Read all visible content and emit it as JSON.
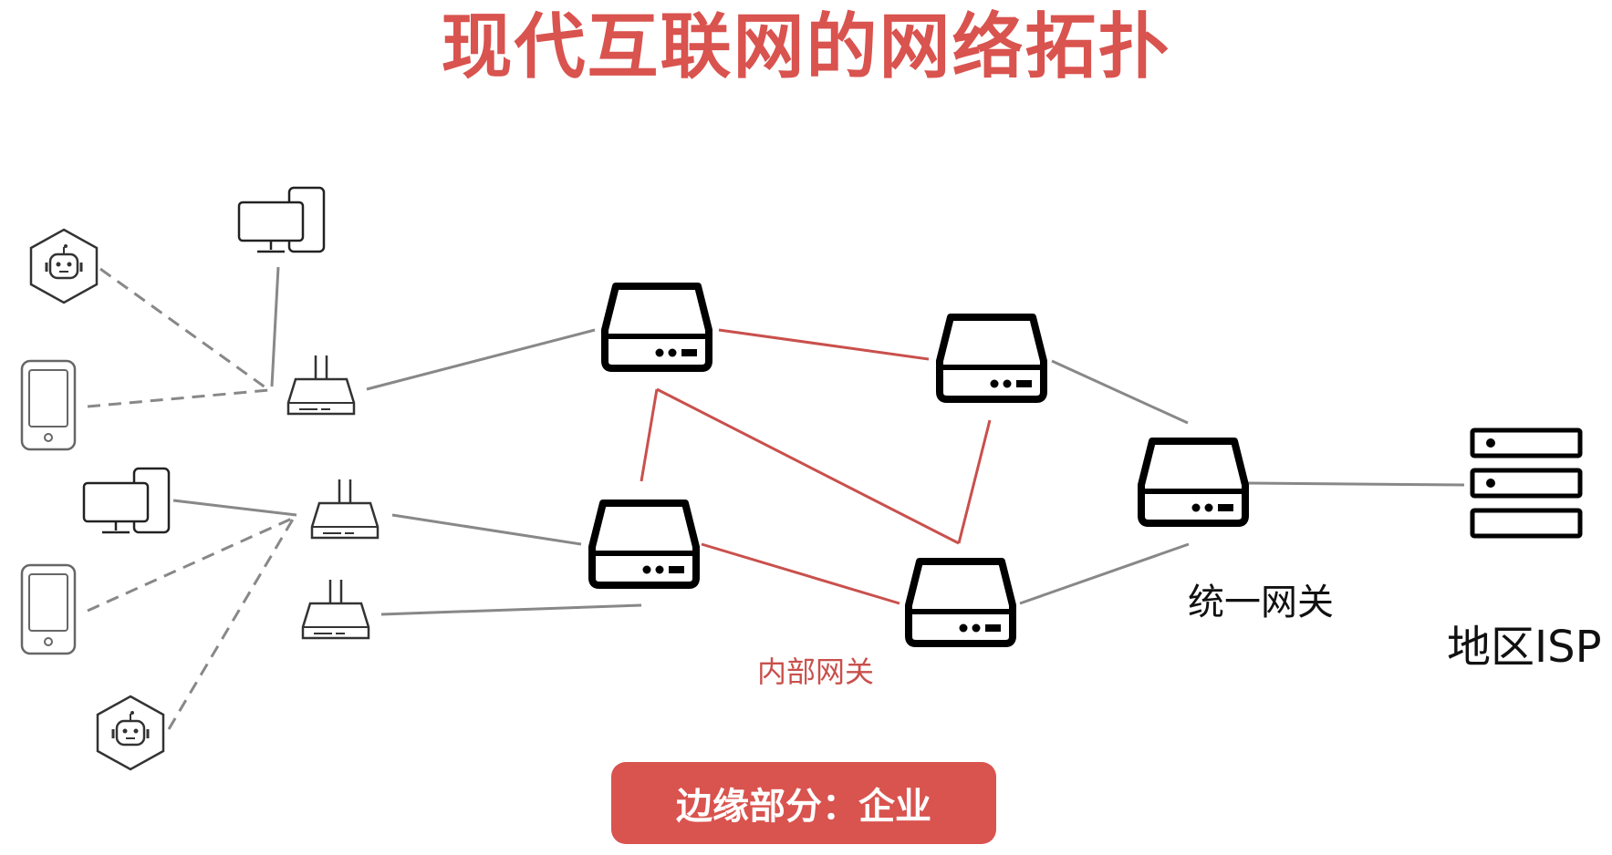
{
  "title": "现代互联网的网络拓扑",
  "labels": {
    "internal_gateway": "内部网关",
    "unified_gateway": "统一网关",
    "regional_isp": "地区ISP"
  },
  "banner": {
    "text": "边缘部分：企业"
  },
  "colors": {
    "accent": "#d9534f",
    "internal_link": "#c9504c",
    "gray_link": "#888888",
    "device_outline": "#000000"
  },
  "icons": [
    "robot-icon",
    "desktop-icon",
    "phone-icon",
    "wifi-router-icon",
    "router-icon",
    "server-rack-icon"
  ]
}
